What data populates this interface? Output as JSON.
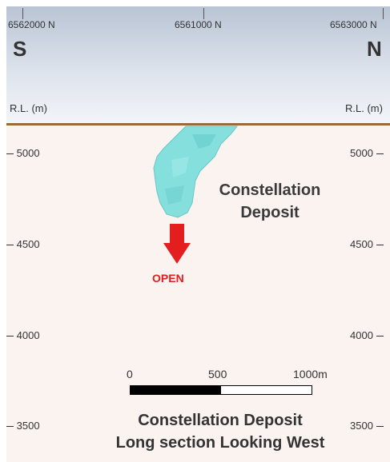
{
  "northings": {
    "left": "6562000 N",
    "center": "6561000 N",
    "right": "6563000 N"
  },
  "directions": {
    "left": "S",
    "right": "N"
  },
  "rl_header": {
    "left": "R.L. (m)",
    "right": "R.L. (m)"
  },
  "elevations": [
    "5000",
    "4500",
    "4000",
    "3500"
  ],
  "deposit_label": {
    "line1": "Constellation",
    "line2": "Deposit"
  },
  "open_label": "OPEN",
  "scale": {
    "label_0": "0",
    "label_mid": "500",
    "label_end": "1000m"
  },
  "footer": {
    "line1": "Constellation Deposit",
    "line2": "Long section Looking West"
  },
  "colors": {
    "orebody": "#7fdedd",
    "arrow": "#e41e1e",
    "surface": "#9a6a3a"
  }
}
